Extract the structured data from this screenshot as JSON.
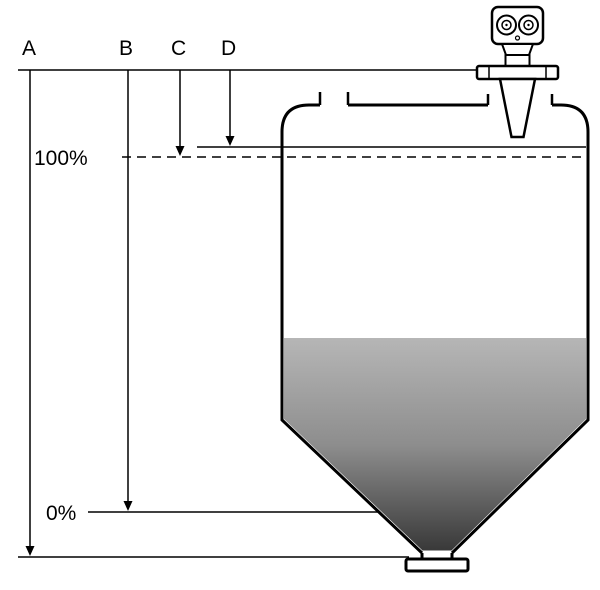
{
  "diagram": {
    "labels": {
      "dim_a": "A",
      "dim_b": "B",
      "dim_c": "C",
      "dim_d": "D",
      "level_full": "100%",
      "level_empty": "0%"
    },
    "colors": {
      "line": "#000000",
      "background": "#ffffff",
      "fill_top": "#b6b6b6",
      "fill_mid": "#8d8d8d",
      "fill_bottom": "#373737"
    }
  }
}
